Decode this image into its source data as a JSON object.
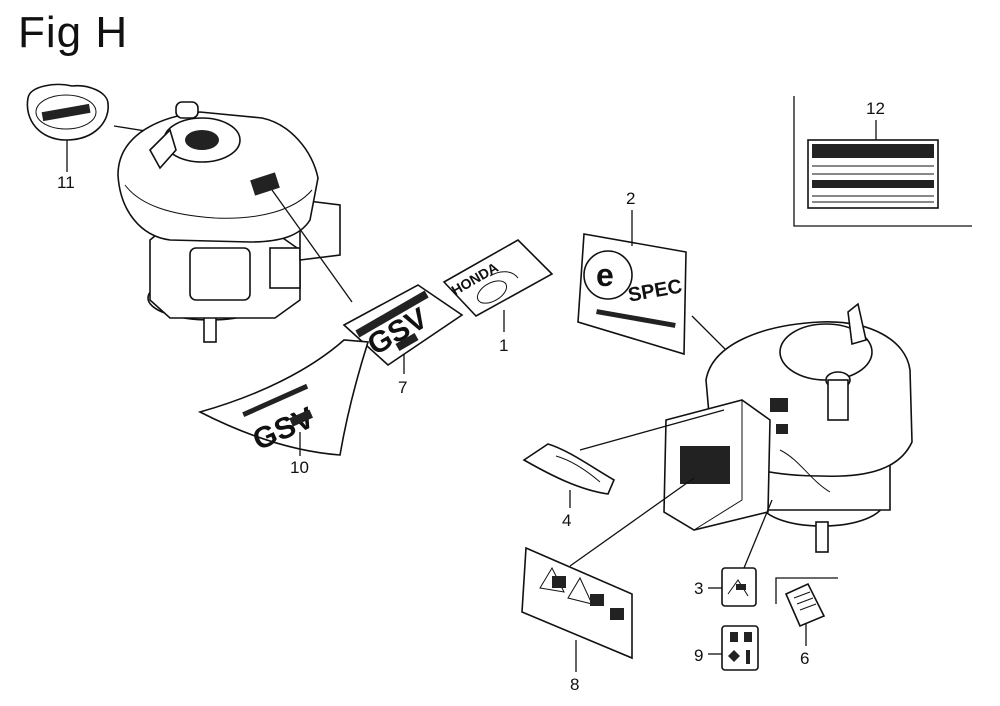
{
  "figure": {
    "title": "Fig H"
  },
  "callouts": {
    "c1": "1",
    "c2": "2",
    "c3": "3",
    "c4": "4",
    "c6": "6",
    "c7": "7",
    "c8": "8",
    "c9": "9",
    "c10": "10",
    "c11": "11",
    "c12": "12"
  },
  "labels": {
    "espec_letter": "e",
    "espec_word": "SPEC",
    "honda_word": "HONDA",
    "gsv_word": "GSV"
  },
  "icons": [
    "engine-left-icon",
    "engine-right-icon",
    "decal-icon"
  ]
}
